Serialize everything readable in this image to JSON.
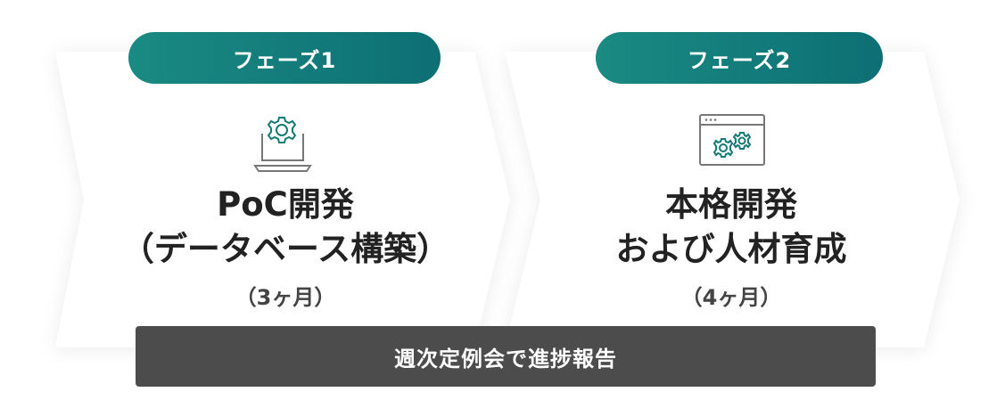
{
  "phases": [
    {
      "label": "フェーズ1",
      "icon": "gear-laptop-icon",
      "title_line1": "PoC開発",
      "title_line2": "（データベース構築）",
      "duration": "（3ヶ月）"
    },
    {
      "label": "フェーズ2",
      "icon": "gear-window-icon",
      "title_line1": "本格開発",
      "title_line2": "および人材育成",
      "duration": "（4ヶ月）"
    }
  ],
  "footer": {
    "label": "週次定例会で進捗報告"
  },
  "colors": {
    "accent": "#137d7b",
    "bar": "#4c4c4c",
    "icon": "#147a76"
  }
}
